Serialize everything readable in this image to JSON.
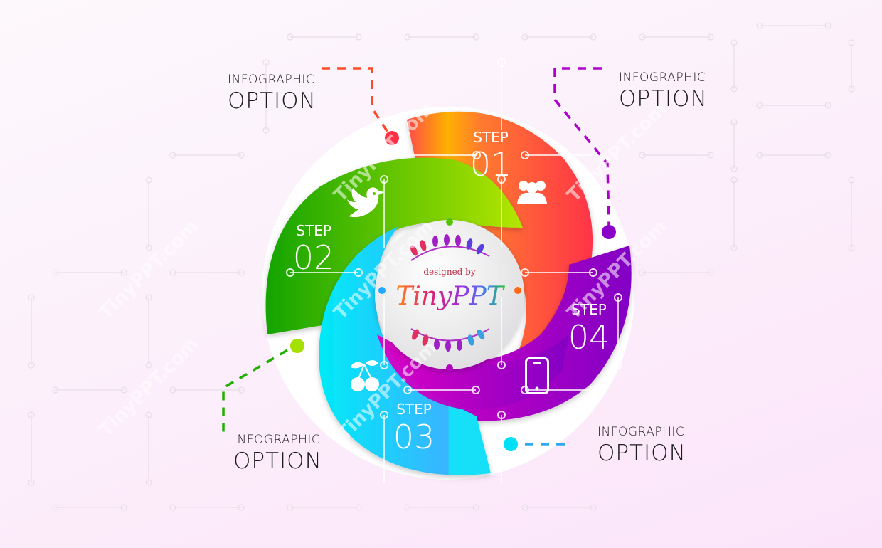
{
  "options": [
    {
      "id": "top-left",
      "small": "INFOGRAPHIC",
      "big": "OPTION"
    },
    {
      "id": "top-right",
      "small": "INFOGRAPHIC",
      "big": "OPTION"
    },
    {
      "id": "bottom-left",
      "small": "INFOGRAPHIC",
      "big": "OPTION"
    },
    {
      "id": "bottom-right",
      "small": "INFOGRAPHIC",
      "big": "OPTION"
    }
  ],
  "steps": [
    {
      "label": "STEP",
      "number": "01",
      "icon": "people-group-icon",
      "color_from": "#ff8a1a",
      "color_to": "#ff3348"
    },
    {
      "label": "STEP",
      "number": "02",
      "icon": "bird-icon",
      "color_from": "#1aa800",
      "color_to": "#b0e400"
    },
    {
      "label": "STEP",
      "number": "03",
      "icon": "cherry-icon",
      "color_from": "#00e6f6",
      "color_to": "#36b6ff"
    },
    {
      "label": "STEP",
      "number": "04",
      "icon": "smartphone-icon",
      "color_from": "#d400c8",
      "color_to": "#8a00c4"
    }
  ],
  "center": {
    "designed_by": "designed by",
    "brand": "TinyPPT"
  },
  "watermark": "TinyPPT.com",
  "colors": {
    "red": "#ff3348",
    "green": "#6ccf00",
    "cyan": "#00d8f4",
    "purple": "#9a00c8"
  }
}
